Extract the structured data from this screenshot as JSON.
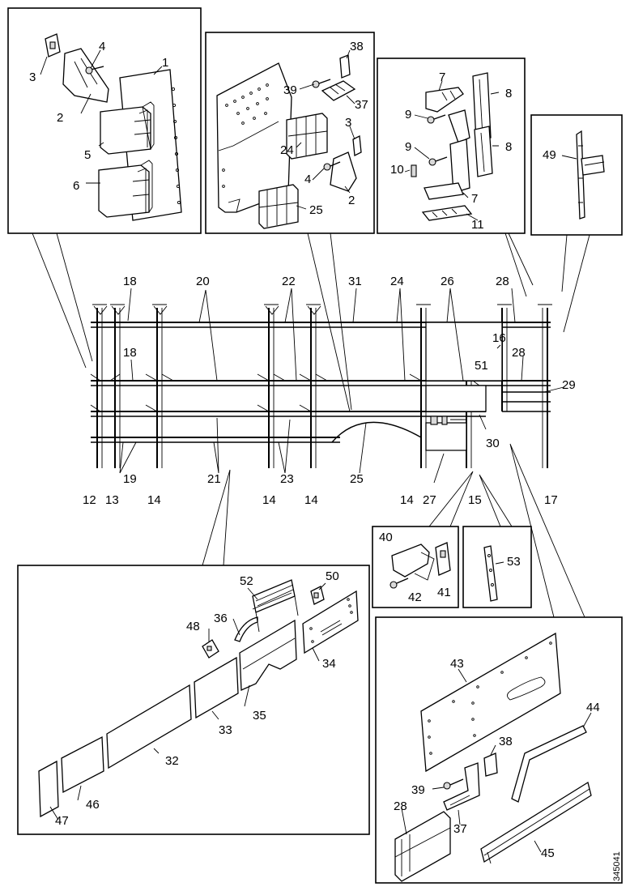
{
  "drawing_number": "345041",
  "main_labels": [
    "18",
    "20",
    "22",
    "31",
    "24",
    "26",
    "28",
    "18",
    "16",
    "28",
    "51",
    "29",
    "12",
    "13",
    "14",
    "19",
    "21",
    "14",
    "23",
    "14",
    "25",
    "14",
    "27",
    "15",
    "30",
    "17"
  ],
  "inset1_labels": [
    "1",
    "2",
    "3",
    "4",
    "5",
    "6"
  ],
  "inset2_labels": [
    "38",
    "39",
    "37",
    "24",
    "3",
    "4",
    "2",
    "25"
  ],
  "inset3_labels": [
    "7",
    "8",
    "9",
    "9",
    "8",
    "10",
    "7",
    "11"
  ],
  "inset4_labels": [
    "49"
  ],
  "inset5_labels": [
    "40",
    "42",
    "41"
  ],
  "inset6_labels": [
    "53"
  ],
  "inset7_labels": [
    "52",
    "50",
    "48",
    "36",
    "34",
    "33",
    "35",
    "32",
    "46",
    "47"
  ],
  "inset8_labels": [
    "43",
    "44",
    "38",
    "39",
    "37",
    "28",
    "45"
  ]
}
